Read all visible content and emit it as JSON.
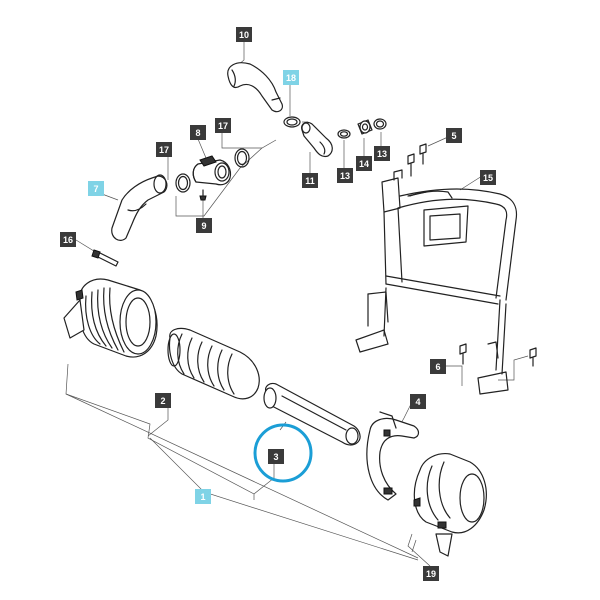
{
  "colors": {
    "callout_dark": "#3a3a3a",
    "callout_highlight": "#7fd3e6",
    "highlight_ring": "#1b9ed6",
    "line": "#222222"
  },
  "callouts": [
    {
      "id": "c10",
      "label": "10",
      "style": "dark"
    },
    {
      "id": "c18",
      "label": "18",
      "style": "highlight"
    },
    {
      "id": "c8",
      "label": "8",
      "style": "dark"
    },
    {
      "id": "c17a",
      "label": "17",
      "style": "dark"
    },
    {
      "id": "c17b",
      "label": "17",
      "style": "dark"
    },
    {
      "id": "c7",
      "label": "7",
      "style": "highlight"
    },
    {
      "id": "c9",
      "label": "9",
      "style": "dark"
    },
    {
      "id": "c16",
      "label": "16",
      "style": "dark"
    },
    {
      "id": "c11",
      "label": "11",
      "style": "dark"
    },
    {
      "id": "c13a",
      "label": "13",
      "style": "dark"
    },
    {
      "id": "c14",
      "label": "14",
      "style": "dark"
    },
    {
      "id": "c13b",
      "label": "13",
      "style": "dark"
    },
    {
      "id": "c5",
      "label": "5",
      "style": "dark"
    },
    {
      "id": "c15",
      "label": "15",
      "style": "dark"
    },
    {
      "id": "c6",
      "label": "6",
      "style": "dark"
    },
    {
      "id": "c2",
      "label": "2",
      "style": "dark"
    },
    {
      "id": "c4",
      "label": "4",
      "style": "dark"
    },
    {
      "id": "c3",
      "label": "3",
      "style": "dark"
    },
    {
      "id": "c1",
      "label": "1",
      "style": "highlight"
    },
    {
      "id": "c19",
      "label": "19",
      "style": "dark"
    }
  ]
}
